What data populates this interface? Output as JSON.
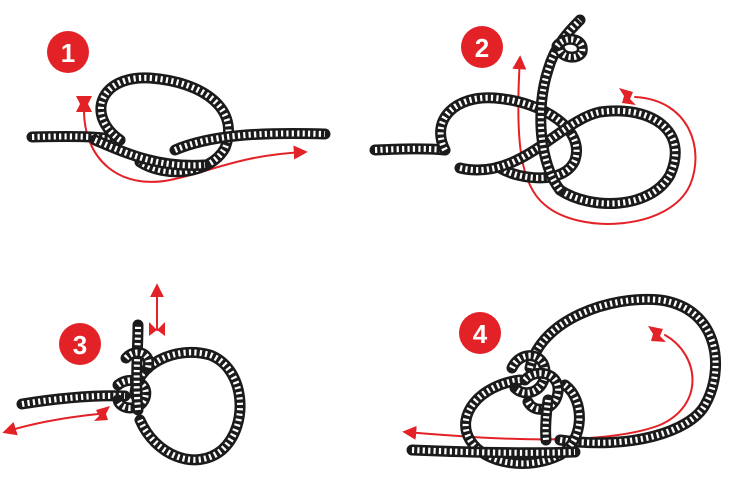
{
  "steps": [
    {
      "number": "1"
    },
    {
      "number": "2"
    },
    {
      "number": "3"
    },
    {
      "number": "4"
    }
  ],
  "colors": {
    "accent": "#e32227",
    "rope": "#1b1b1b",
    "rope_stripe": "#ffffff",
    "background": "#ffffff"
  }
}
